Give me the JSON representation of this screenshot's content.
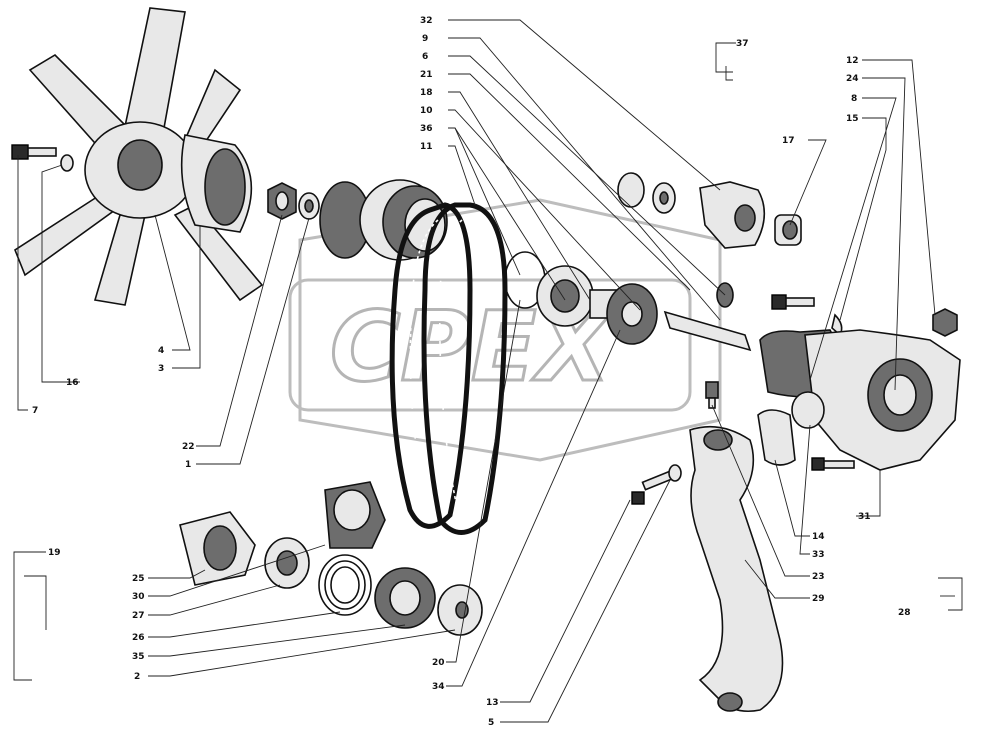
{
  "watermark": {
    "text": "CPEX"
  },
  "callouts": [
    {
      "id": "c32",
      "label": "32"
    },
    {
      "id": "c9",
      "label": "9"
    },
    {
      "id": "c6",
      "label": "6"
    },
    {
      "id": "c21",
      "label": "21"
    },
    {
      "id": "c18",
      "label": "18"
    },
    {
      "id": "c10",
      "label": "10"
    },
    {
      "id": "c36",
      "label": "36"
    },
    {
      "id": "c11",
      "label": "11"
    },
    {
      "id": "c37",
      "label": "37"
    },
    {
      "id": "c17",
      "label": "17"
    },
    {
      "id": "c12",
      "label": "12"
    },
    {
      "id": "c24",
      "label": "24"
    },
    {
      "id": "c8",
      "label": "8"
    },
    {
      "id": "c15",
      "label": "15"
    },
    {
      "id": "c4",
      "label": "4"
    },
    {
      "id": "c3",
      "label": "3"
    },
    {
      "id": "c16",
      "label": "16"
    },
    {
      "id": "c7",
      "label": "7"
    },
    {
      "id": "c22",
      "label": "22"
    },
    {
      "id": "c1",
      "label": "1"
    },
    {
      "id": "c19",
      "label": "19"
    },
    {
      "id": "c25",
      "label": "25"
    },
    {
      "id": "c30",
      "label": "30"
    },
    {
      "id": "c27",
      "label": "27"
    },
    {
      "id": "c26",
      "label": "26"
    },
    {
      "id": "c35",
      "label": "35"
    },
    {
      "id": "c2",
      "label": "2"
    },
    {
      "id": "c20",
      "label": "20"
    },
    {
      "id": "c34",
      "label": "34"
    },
    {
      "id": "c13",
      "label": "13"
    },
    {
      "id": "c5",
      "label": "5"
    },
    {
      "id": "c14",
      "label": "14"
    },
    {
      "id": "c33",
      "label": "33"
    },
    {
      "id": "c23",
      "label": "23"
    },
    {
      "id": "c29",
      "label": "29"
    },
    {
      "id": "c28",
      "label": "28"
    },
    {
      "id": "c31",
      "label": "31"
    }
  ]
}
